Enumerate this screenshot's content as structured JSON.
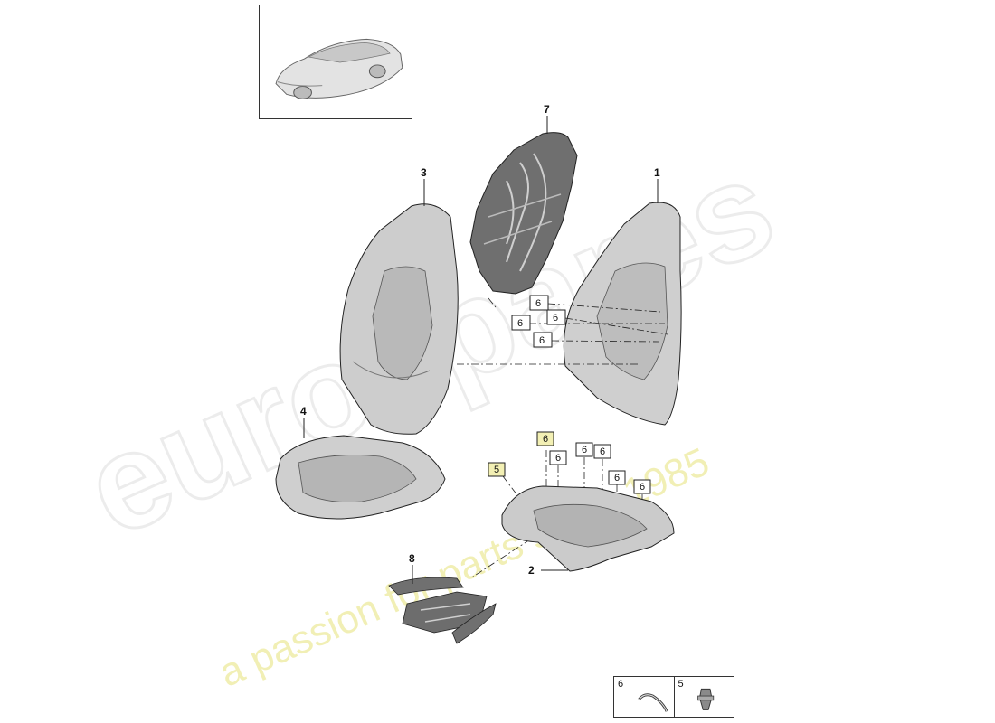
{
  "callouts": {
    "part_1": "1",
    "part_2": "2",
    "part_3": "3",
    "part_4": "4",
    "part_5": "5",
    "part_7": "7",
    "part_8": "8"
  },
  "tag_label_6": "6",
  "tag_label_5": "5",
  "watermark": {
    "brand": "eurospares",
    "tagline": "a passion for parts since 1985"
  },
  "legend": {
    "cell_a_number": "6",
    "cell_b_number": "5"
  },
  "colors": {
    "line": "#222222",
    "part_fill": "#d9d9d9",
    "part_dark": "#8a8a8a",
    "highlight_tag": "#f3f0b4",
    "watermark_text": "#e6e178"
  }
}
